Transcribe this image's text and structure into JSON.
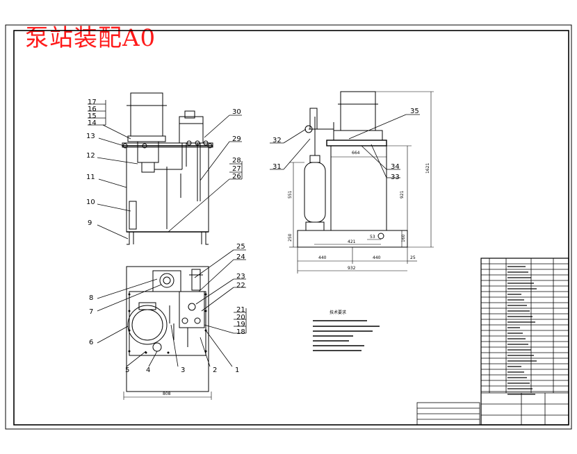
{
  "drawing_title": "泵站装配A0",
  "front_view_callouts": [
    "17",
    "16",
    "15",
    "14",
    "13",
    "12",
    "11",
    "10",
    "9",
    "30",
    "29",
    "28",
    "27",
    "26"
  ],
  "side_view_callouts": [
    "35",
    "32",
    "31",
    "34",
    "33"
  ],
  "top_view_callouts": [
    "8",
    "7",
    "6",
    "5",
    "4",
    "3",
    "2",
    "1",
    "25",
    "24",
    "23",
    "22",
    "21",
    "20",
    "19",
    "18"
  ],
  "side_view_dimensions": {
    "d664": "664",
    "d921": "921",
    "d551": "551",
    "d1621": "1621",
    "d250": "250",
    "d421": "421",
    "d53": "53",
    "d160": "160",
    "d440a": "440",
    "d440b": "440",
    "d25": "25",
    "d932": "932"
  },
  "top_view_dimensions": {
    "d808": "808"
  },
  "technical_notes_heading": "技术要求"
}
